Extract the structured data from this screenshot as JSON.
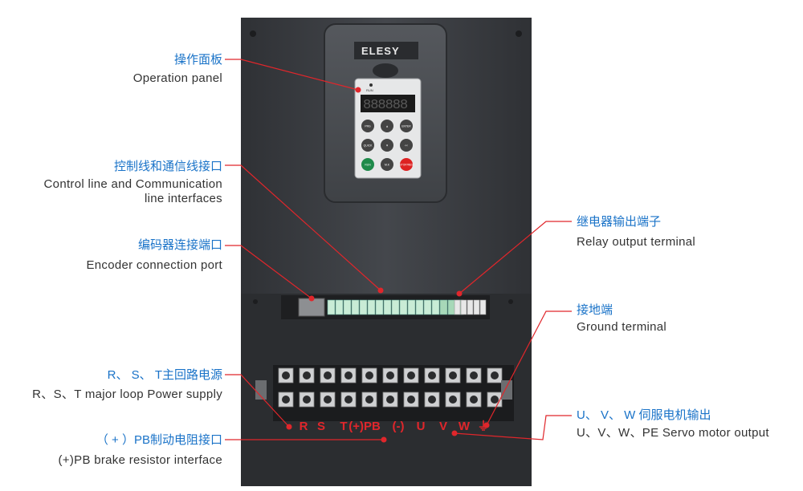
{
  "brand": "ELESY",
  "keypad": {
    "run_indicator": "RUN",
    "display": "888888",
    "keys": [
      "PRG",
      "▲",
      "ENTER",
      "QUICK",
      "▼",
      "<<",
      "RUN",
      "M.K",
      "STOP/RES"
    ]
  },
  "callouts": {
    "operation_panel": {
      "cn": "操作面板",
      "en": "Operation panel"
    },
    "control_line": {
      "cn": "控制线和通信线接口",
      "en1": "Control line and Communication",
      "en2": "line interfaces"
    },
    "encoder": {
      "cn": "编码器连接端口",
      "en": "Encoder connection port"
    },
    "rst": {
      "cn": "R、 S、 T主回路电源",
      "en": "R、S、T major loop Power supply"
    },
    "pb": {
      "cn": "（ + ）PB制动电阻接口",
      "en": "(+)PB brake resistor interface"
    },
    "relay": {
      "cn": "继电器输出端子",
      "en": "Relay output terminal"
    },
    "ground": {
      "cn": "接地端",
      "en": "Ground terminal"
    },
    "uvw": {
      "cn": "U、 V、 W 伺服电机输出",
      "en": "U、V、W、PE Servo motor output"
    }
  },
  "terminal_labels": [
    "R",
    "S",
    "T",
    "(+)PB",
    "(-)",
    "U",
    "V",
    "W",
    "⏚"
  ],
  "colors": {
    "callout_cn": "#1a73c8",
    "callout_en": "#333333",
    "leader": "#e0262b",
    "casing": "#3b3d41"
  }
}
